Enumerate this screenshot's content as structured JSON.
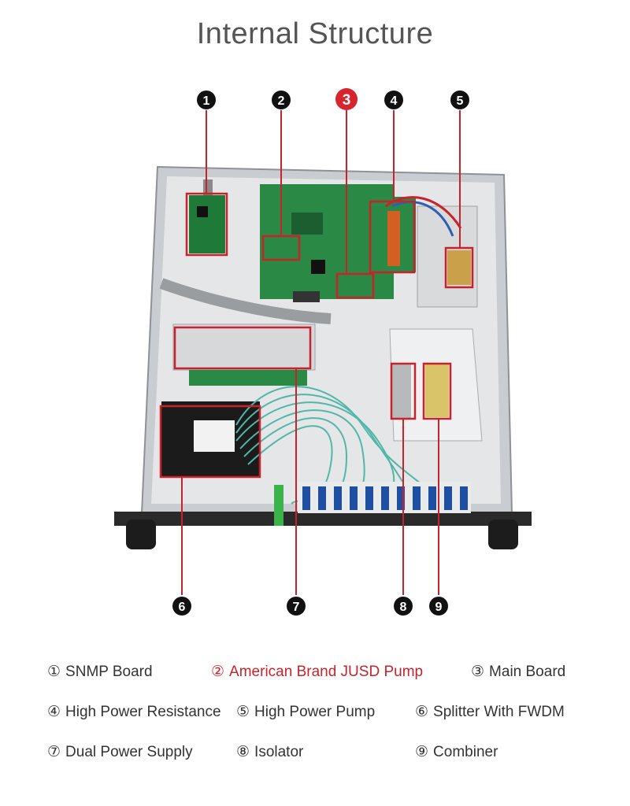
{
  "title": "Internal Structure",
  "colors": {
    "callout": "#111111",
    "callout_highlight": "#d7252f",
    "box": "#c8232c",
    "legend_text": "#333333",
    "legend_highlight": "#c8232c"
  },
  "callouts": [
    {
      "num": "1",
      "highlight": false
    },
    {
      "num": "2",
      "highlight": false
    },
    {
      "num": "3",
      "highlight": true
    },
    {
      "num": "4",
      "highlight": false
    },
    {
      "num": "5",
      "highlight": false
    },
    {
      "num": "6",
      "highlight": false
    },
    {
      "num": "7",
      "highlight": false
    },
    {
      "num": "8",
      "highlight": false
    },
    {
      "num": "9",
      "highlight": false
    }
  ],
  "legend": [
    {
      "mark": "①",
      "label": "SNMP Board",
      "highlight": false
    },
    {
      "mark": "②",
      "label": "American Brand JUSD Pump",
      "highlight": true
    },
    {
      "mark": "③",
      "label": "Main Board",
      "highlight": false
    },
    {
      "mark": "④",
      "label": "High Power Resistance",
      "highlight": false
    },
    {
      "mark": "⑤",
      "label": "High Power Pump",
      "highlight": false
    },
    {
      "mark": "⑥",
      "label": "Splitter With FWDM",
      "highlight": false
    },
    {
      "mark": "⑦",
      "label": "Dual Power Supply",
      "highlight": false
    },
    {
      "mark": "⑧",
      "label": "Isolator",
      "highlight": false
    },
    {
      "mark": "⑨",
      "label": "Combiner",
      "highlight": false
    }
  ]
}
